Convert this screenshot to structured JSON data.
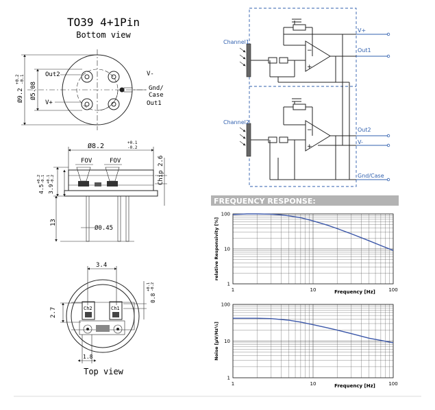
{
  "package": {
    "title": "TO39  4+1Pin",
    "subtitle": "Bottom view",
    "pins": {
      "out2": "Out2",
      "vplus": "V+",
      "vminus": "V-",
      "gnd": "Gnd/",
      "case": "Case",
      "out1": "Out1"
    },
    "dims": {
      "outer_dia": "Ø9.2",
      "outer_tol_up": "+0.2",
      "outer_tol_dn": "-0.1",
      "pin_circle": "Ø5.08",
      "cap_dia": "Ø8.2",
      "cap_tol_up": "+0.1",
      "cap_tol_dn": "-0.2",
      "fov_left": "FOV",
      "fov_right": "FOV",
      "chip": "Chip 2.6",
      "h1": "4.5",
      "h1_tol_up": "+0.2",
      "h1_tol_dn": "-0.1",
      "h2": "3.9",
      "h2_tol_up": "+0.1",
      "h2_tol_dn": "-0.2",
      "lead_len": "13",
      "lead_dia": "Ø0.45",
      "pitch": "3.4",
      "off_left": "2.7",
      "off_right": "0.8",
      "off_right_tol_up": "+0.1",
      "off_right_tol_dn": "-0.2",
      "bottom_dim": "1.8",
      "ch2": "Ch2",
      "ch1": "Ch1"
    },
    "top_view": "Top view"
  },
  "circuit": {
    "channel1": "Channel1",
    "channel2": "Channel2",
    "vplus": "V+",
    "out1": "Out1",
    "out2": "Out2",
    "vminus": "V-",
    "gnd_case": "Gnd/Case",
    "colors": {
      "frame": "#2f5fae",
      "wire": "#2f5fae",
      "component": "#111111"
    }
  },
  "banner": {
    "title": "FREQUENCY RESPONSE:",
    "bg": "#b3b3b3",
    "fg": "#ffffff"
  },
  "chart_data": [
    {
      "type": "line",
      "title": "",
      "xlabel": "Frequency [Hz]",
      "ylabel": "relative Responsivity [%]",
      "xscale": "log",
      "yscale": "log",
      "xlim": [
        1,
        100
      ],
      "ylim": [
        1,
        100
      ],
      "x_ticks": [
        "1",
        "10",
        "100"
      ],
      "y_ticks": [
        "100",
        "10",
        "1"
      ],
      "grid": true,
      "line_color": "#3a56a8",
      "series": [
        {
          "x": [
            1,
            1.5,
            2,
            3,
            4,
            5,
            7,
            10,
            15,
            20,
            30,
            50,
            70,
            100
          ],
          "y": [
            96,
            100,
            100,
            98,
            94,
            88,
            78,
            63,
            48,
            38,
            27,
            17,
            12.5,
            9
          ]
        }
      ]
    },
    {
      "type": "line",
      "title": "",
      "xlabel": "Frequency [Hz]",
      "ylabel": "Noise [µV/Hz½]",
      "xscale": "log",
      "yscale": "log",
      "xlim": [
        1,
        100
      ],
      "ylim": [
        1,
        100
      ],
      "x_ticks": [
        "1",
        "10",
        "100"
      ],
      "y_ticks": [
        "100",
        "10",
        "1"
      ],
      "grid": true,
      "line_color": "#3a56a8",
      "series": [
        {
          "x": [
            1,
            2,
            3,
            5,
            7,
            10,
            15,
            20,
            30,
            50,
            70,
            100
          ],
          "y": [
            42,
            42,
            41,
            37,
            33,
            28,
            23,
            20,
            16,
            12,
            10.5,
            9
          ]
        }
      ]
    }
  ]
}
